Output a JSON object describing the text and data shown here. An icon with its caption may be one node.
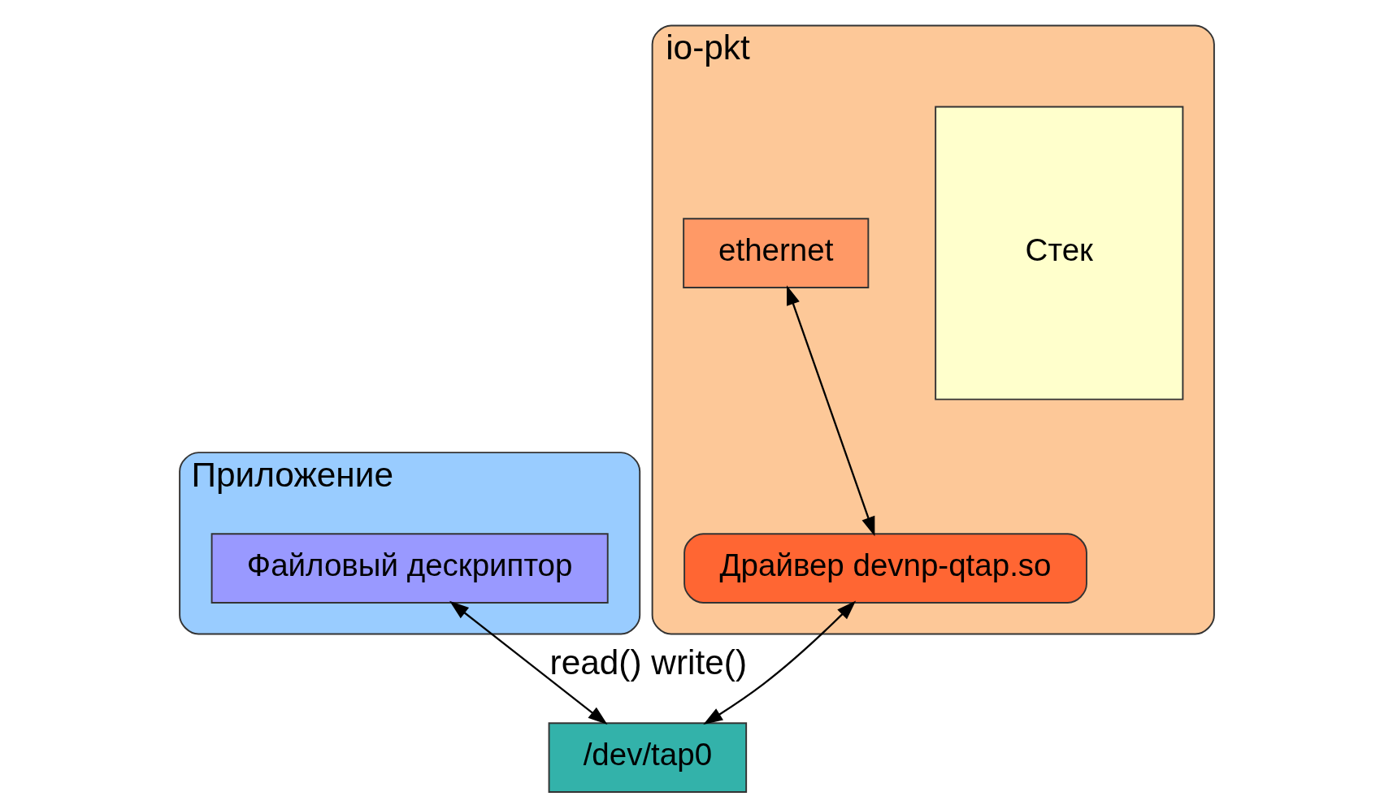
{
  "diagram": {
    "nodes": [
      {
        "text": [
          "Приложение"
        ]
      },
      {
        "text": [
          "Файловый дескриптор"
        ],
        "in": 0
      },
      {
        "text": [
          "/dev/tap0"
        ]
      },
      {
        "text": [
          "io-pkt"
        ]
      },
      {
        "text": [
          "Стек"
        ],
        "in": 3
      },
      {
        "text": [
          "ethernet"
        ],
        "in": 3
      },
      {
        "text": [
          "Драйвер devnp-qtap.so"
        ],
        "in": 3
      }
    ],
    "edges": [
      {
        "from": 1,
        "to": 2,
        "arrow": "both",
        "label": "read() write()"
      },
      {
        "from": 5,
        "to": 6,
        "arrow": "both"
      },
      {
        "from": 6,
        "to": 2,
        "arrow": "both"
      }
    ]
  }
}
